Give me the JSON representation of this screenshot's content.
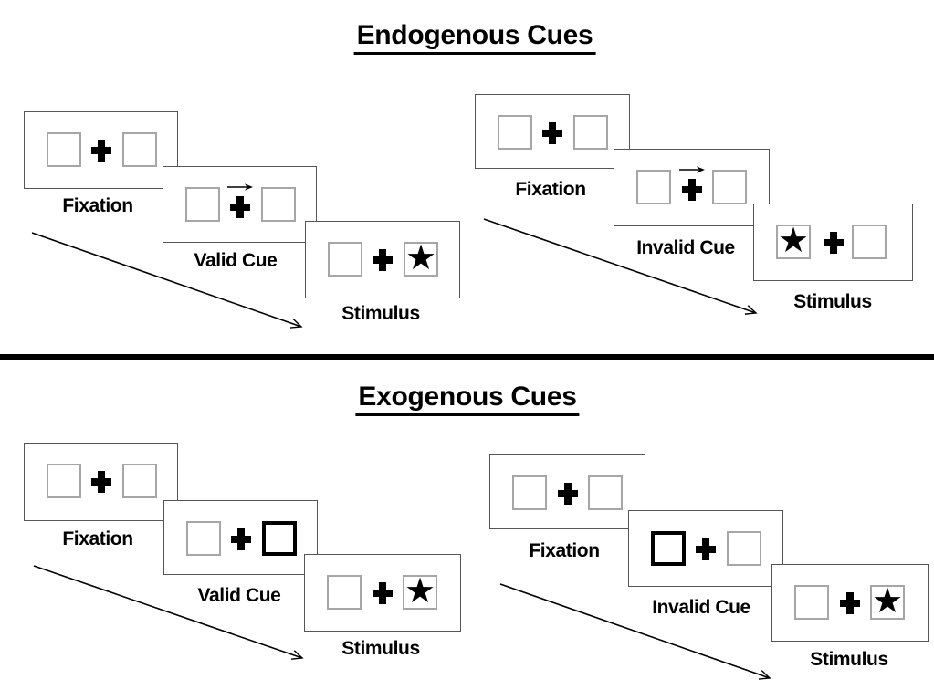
{
  "colors": {
    "background": "#ffffff",
    "ink": "#000000",
    "panel_border": "#555555",
    "square_border": "#a6a6a6",
    "divider": "#000000"
  },
  "icons": {
    "fixation_cross": "✚",
    "star": "★",
    "cue_arrow": "→",
    "sequence_arrow": "↘"
  },
  "sections": [
    {
      "title": "Endogenous Cues",
      "sequences": [
        {
          "name": "valid",
          "cue_style": "central arrow above fixation cross pointing right",
          "steps": [
            {
              "label": "Fixation",
              "type": "fixation"
            },
            {
              "label": "Valid Cue",
              "type": "arrow-cue",
              "cue_direction": "right"
            },
            {
              "label": "Stimulus",
              "type": "stimulus",
              "star_side": "right"
            }
          ]
        },
        {
          "name": "invalid",
          "cue_style": "central arrow above fixation cross pointing right",
          "steps": [
            {
              "label": "Fixation",
              "type": "fixation"
            },
            {
              "label": "Invalid Cue",
              "type": "arrow-cue",
              "cue_direction": "right"
            },
            {
              "label": "Stimulus",
              "type": "stimulus",
              "star_side": "left"
            }
          ]
        }
      ]
    },
    {
      "title": "Exogenous Cues",
      "sequences": [
        {
          "name": "valid",
          "cue_style": "peripheral box brightened (thick black border)",
          "steps": [
            {
              "label": "Fixation",
              "type": "fixation"
            },
            {
              "label": "Valid Cue",
              "type": "box-cue",
              "highlighted_box": "right"
            },
            {
              "label": "Stimulus",
              "type": "stimulus",
              "star_side": "right"
            }
          ]
        },
        {
          "name": "invalid",
          "cue_style": "peripheral box brightened (thick black border)",
          "steps": [
            {
              "label": "Fixation",
              "type": "fixation"
            },
            {
              "label": "Invalid Cue",
              "type": "box-cue",
              "highlighted_box": "left"
            },
            {
              "label": "Stimulus",
              "type": "stimulus",
              "star_side": "right"
            }
          ]
        }
      ]
    }
  ]
}
